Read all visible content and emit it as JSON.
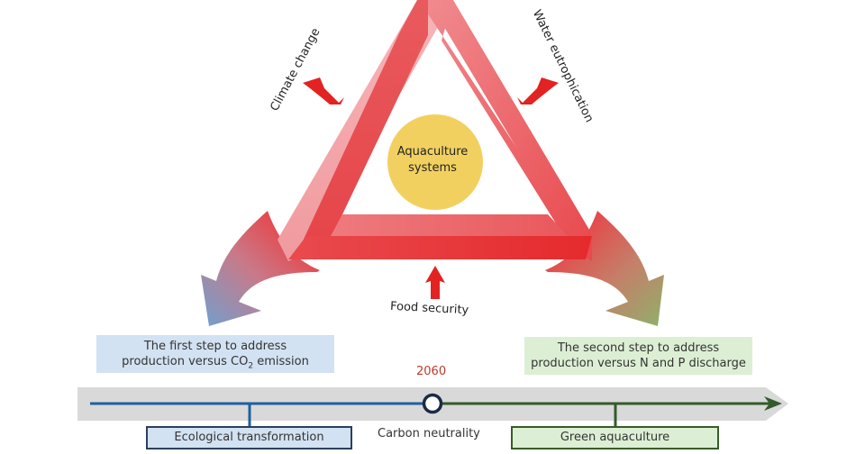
{
  "center": {
    "line1": "Aquaculture",
    "line2": "systems"
  },
  "pressures": {
    "left": "Climate change",
    "right": "Water eutrophication",
    "bottom": "Food security"
  },
  "steps": {
    "first": {
      "line1": "The first step to address",
      "line2_pre": "production versus CO",
      "line2_sub": "2",
      "line2_post": " emission"
    },
    "second": {
      "line1": "The second step to address",
      "line2": "production versus N and P discharge"
    }
  },
  "timeline": {
    "year": "2060",
    "milestone": "Carbon neutrality",
    "stage1": "Ecological transformation",
    "stage2": "Green aquaculture"
  },
  "colors": {
    "triangle": "#e8383a",
    "circle": "#f2d060",
    "blue": "#1f5fa0",
    "green": "#335a2a",
    "year": "#c0392b",
    "band": "#d9d9d9"
  }
}
